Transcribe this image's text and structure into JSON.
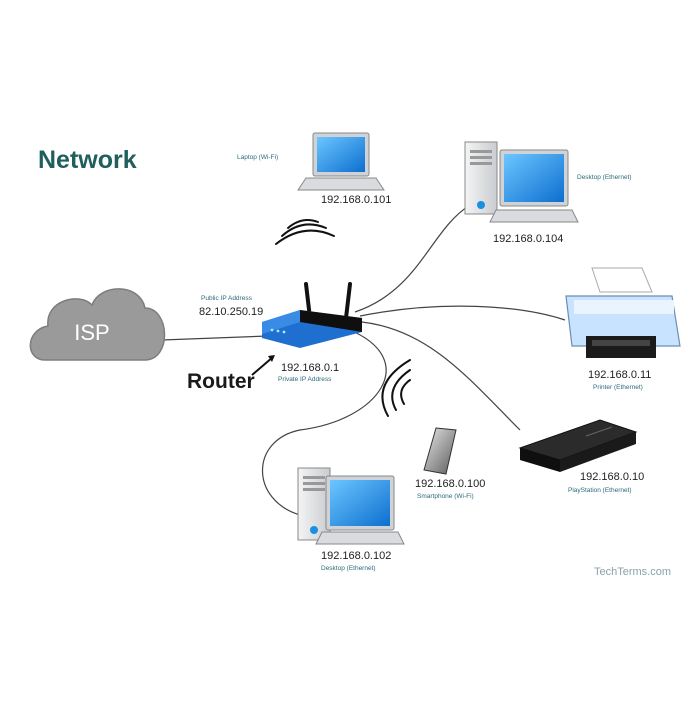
{
  "title": "Network",
  "cloud": {
    "label": "ISP"
  },
  "router": {
    "label": "Router",
    "public_caption": "Public IP Address",
    "public_ip": "82.10.250.19",
    "private_ip": "192.168.0.1",
    "private_caption": "Private IP Address"
  },
  "devices": [
    {
      "name": "laptop",
      "icon": "laptop-icon",
      "caption": "Laptop (Wi-Fi)",
      "ip": "192.168.0.101"
    },
    {
      "name": "desktop-top",
      "icon": "desktop-computer-icon",
      "caption": "Desktop (Ethernet)",
      "ip": "192.168.0.104"
    },
    {
      "name": "printer",
      "icon": "printer-icon",
      "caption": "Printer (Ethernet)",
      "ip": "192.168.0.11"
    },
    {
      "name": "playstation",
      "icon": "game-console-icon",
      "caption": "PlayStation (Ethernet)",
      "ip": "192.168.0.10"
    },
    {
      "name": "smartphone",
      "icon": "smartphone-icon",
      "caption": "Smartphone (Wi-Fi)",
      "ip": "192.168.0.100"
    },
    {
      "name": "desktop-bottom",
      "icon": "desktop-computer-icon",
      "caption": "Desktop (Ethernet)",
      "ip": "192.168.0.102"
    }
  ],
  "credit": "TechTerms.com",
  "colors": {
    "title": "#1f5f5c",
    "router_body": "#1f6fd1",
    "screen": "#1a8fe3",
    "cloud": "#9a9a9a",
    "caption": "#2b6b78"
  }
}
